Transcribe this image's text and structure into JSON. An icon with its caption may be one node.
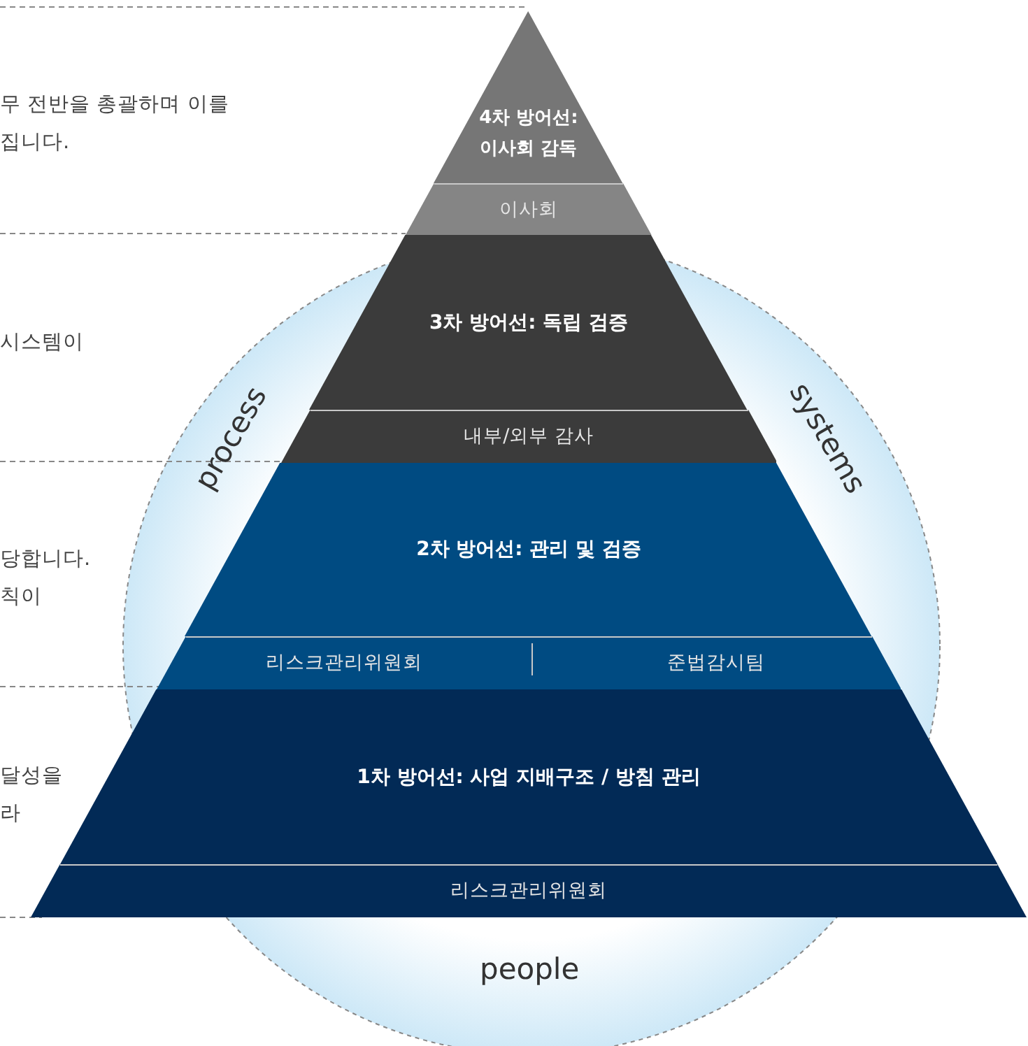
{
  "diagram": {
    "nodes": [
      {
        "text": [
          "4차 방어선: 이사회 감독"
        ]
      },
      {
        "text": [
          "이사회"
        ]
      },
      {
        "text": [
          "3차 방어선: 독립 검증"
        ]
      },
      {
        "text": [
          "내부/외부 감사"
        ]
      },
      {
        "text": [
          "2차 방어선: 관리 및 검증"
        ]
      },
      {
        "text": [
          "리스크관리위원회"
        ]
      },
      {
        "text": [
          "준법감시팀"
        ]
      },
      {
        "text": [
          "1차 방어선: 사업 지배구조 / 방침 관리"
        ]
      },
      {
        "text": [
          "리스크관리위원회"
        ]
      }
    ],
    "labels": [
      "무 전반을 총괄하며 이를 집니다.",
      "시스템이",
      "당합니다. 칙이",
      "달성을 라",
      "process",
      "systems",
      "people"
    ]
  }
}
